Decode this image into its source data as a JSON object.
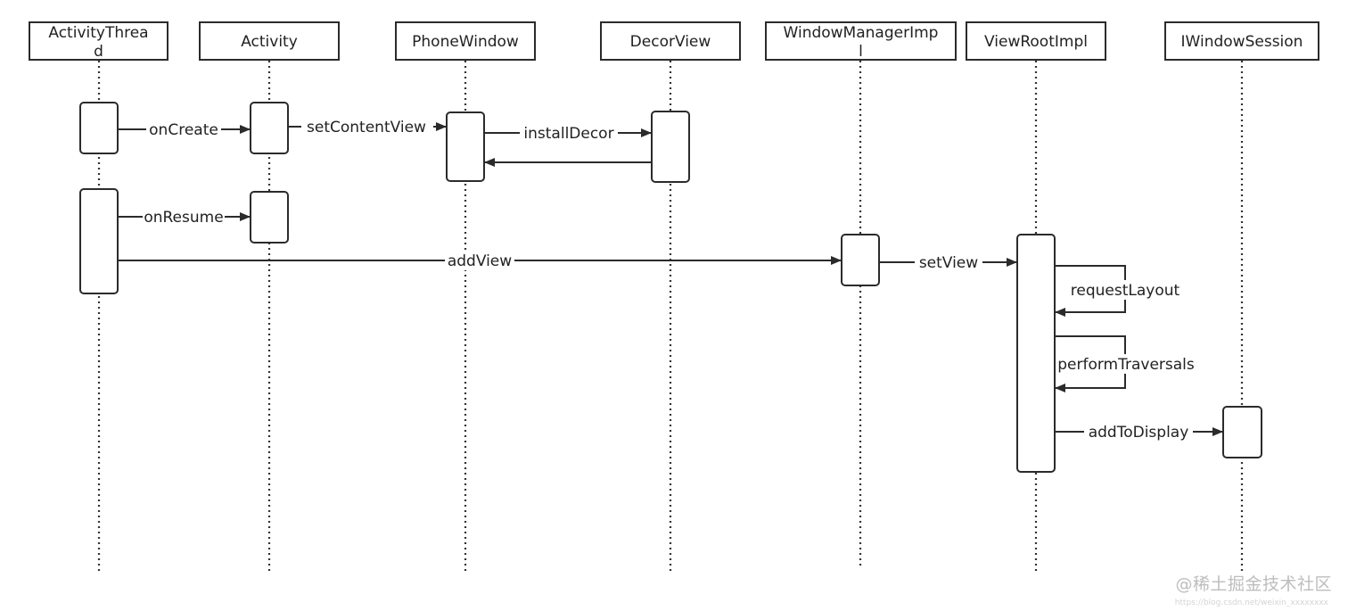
{
  "participants": [
    {
      "id": "activitythread",
      "label_lines": [
        "ActivityThrea",
        "d"
      ]
    },
    {
      "id": "activity",
      "label_lines": [
        "Activity"
      ]
    },
    {
      "id": "phonewindow",
      "label_lines": [
        "PhoneWindow"
      ]
    },
    {
      "id": "decorview",
      "label_lines": [
        "DecorView"
      ]
    },
    {
      "id": "windowmanagerimpl",
      "label_lines": [
        "WindowManagerImp",
        "l"
      ]
    },
    {
      "id": "viewrootimpl",
      "label_lines": [
        "ViewRootImpl"
      ]
    },
    {
      "id": "iwindowsession",
      "label_lines": [
        "IWindowSession"
      ]
    }
  ],
  "messages": [
    {
      "id": "oncreate",
      "label": "onCreate",
      "from": "activitythread",
      "to": "activity"
    },
    {
      "id": "setcontentview",
      "label": "setContentView",
      "from": "activity",
      "to": "phonewindow"
    },
    {
      "id": "installdecor",
      "label": "installDecor",
      "from": "phonewindow",
      "to": "decorview"
    },
    {
      "id": "installdecor-return",
      "label": "",
      "from": "decorview",
      "to": "phonewindow"
    },
    {
      "id": "onresume",
      "label": "onResume",
      "from": "activitythread",
      "to": "activity"
    },
    {
      "id": "addview",
      "label": "addView",
      "from": "activitythread",
      "to": "windowmanagerimpl"
    },
    {
      "id": "setview",
      "label": "setView",
      "from": "windowmanagerimpl",
      "to": "viewrootimpl"
    },
    {
      "id": "requestlayout",
      "label": "requestLayout",
      "from": "viewrootimpl",
      "to": "viewrootimpl"
    },
    {
      "id": "performtraversals",
      "label": "performTraversals",
      "from": "viewrootimpl",
      "to": "viewrootimpl"
    },
    {
      "id": "addtodisplay",
      "label": "addToDisplay",
      "from": "viewrootimpl",
      "to": "iwindowsession"
    }
  ],
  "watermark": {
    "text": "@稀土掘金技术社区",
    "subtext": "https://blog.csdn.net/weixin_xxxxxxxx"
  }
}
